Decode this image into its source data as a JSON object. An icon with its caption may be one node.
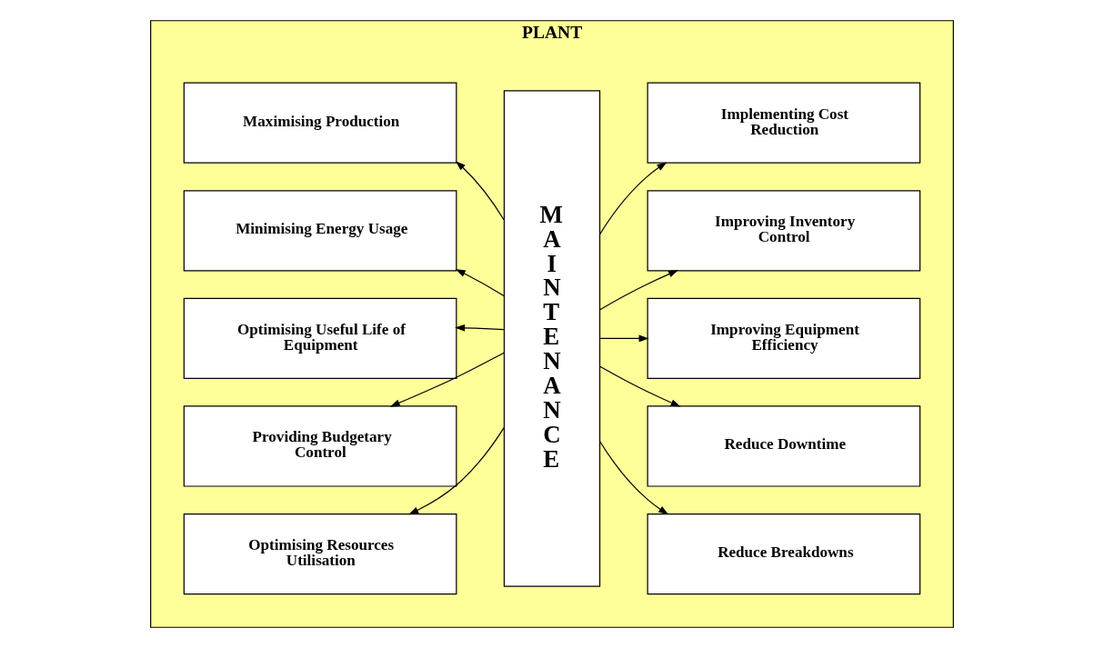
{
  "diagram": {
    "nodes": [
      {
        "text": [
          "PLANT"
        ]
      },
      {
        "text": [
          "MAINTENANCE"
        ],
        "in": 0
      },
      {
        "text": [
          "Maximising Production"
        ],
        "in": 0
      },
      {
        "text": [
          "Minimising Energy Usage"
        ],
        "in": 0
      },
      {
        "text": [
          "Optimising Useful Life of Equipment"
        ],
        "in": 0
      },
      {
        "text": [
          "Providing Budgetary Control"
        ],
        "in": 0
      },
      {
        "text": [
          "Optimising Resources Utilisation"
        ],
        "in": 0
      },
      {
        "text": [
          "Reduce Breakdowns"
        ],
        "in": 0
      },
      {
        "text": [
          "Reduce Downtime"
        ],
        "in": 0
      },
      {
        "text": [
          "Improving Equipment Efficiency"
        ],
        "in": 0
      },
      {
        "text": [
          "Improving Inventory Control"
        ],
        "in": 0
      },
      {
        "text": [
          "Implementing Cost Reduction"
        ],
        "in": 0
      }
    ],
    "edges": [
      {
        "from": 1,
        "to": 2,
        "arrow": "to"
      },
      {
        "from": 1,
        "to": 3,
        "arrow": "to"
      },
      {
        "from": 1,
        "to": 4,
        "arrow": "to"
      },
      {
        "from": 1,
        "to": 5,
        "arrow": "to"
      },
      {
        "from": 1,
        "to": 6,
        "arrow": "to"
      },
      {
        "from": 1,
        "to": 7,
        "arrow": "to"
      },
      {
        "from": 1,
        "to": 8,
        "arrow": "to"
      },
      {
        "from": 1,
        "to": 9,
        "arrow": "to"
      },
      {
        "from": 1,
        "to": 10,
        "arrow": "to"
      },
      {
        "from": 1,
        "to": 11,
        "arrow": "to"
      }
    ]
  }
}
